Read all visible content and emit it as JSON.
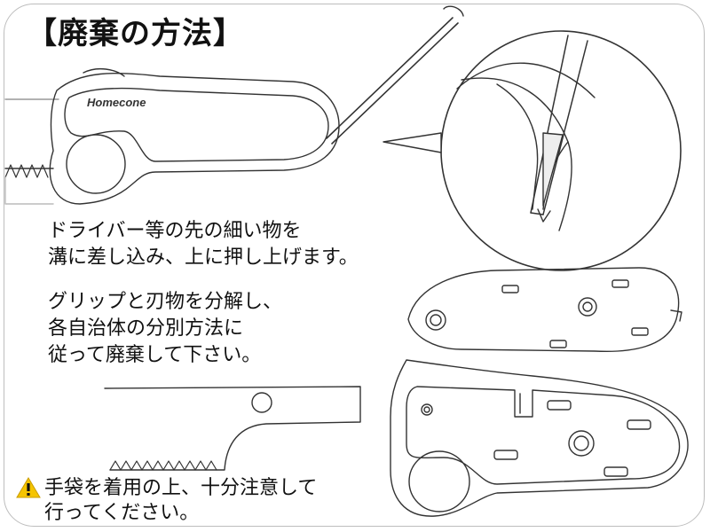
{
  "title": "【廃棄の方法】",
  "brand_logo": "Homecone",
  "instructions": {
    "step1": [
      "ドライバー等の先の細い物を",
      "溝に差し込み、上に押し上げます。"
    ],
    "step2": [
      "グリップと刃物を分解し、",
      "各自治体の分別方法に",
      "従って廃棄して下さい。"
    ]
  },
  "warning": {
    "icon": "warning-triangle-icon",
    "lines": [
      "手袋を着用の上、十分注意して",
      "行ってください。"
    ],
    "icon_color": "#f5c400"
  }
}
